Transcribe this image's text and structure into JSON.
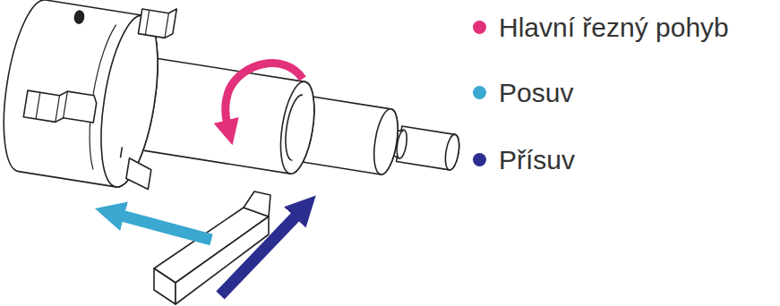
{
  "diagram": {
    "legend": [
      {
        "text": "Hlavní řezný pohyb",
        "color": "#e2307a"
      },
      {
        "text": "Posuv",
        "color": "#3aa8d0"
      },
      {
        "text": "Přísuv",
        "color": "#2b2d8f"
      }
    ]
  }
}
